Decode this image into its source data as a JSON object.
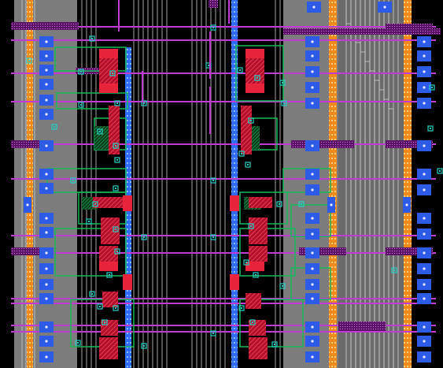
{
  "view": {
    "kind": "ic-layout-viewer",
    "description_name": "layout-canvas"
  },
  "colors": {
    "background": "#000000",
    "substrate": "#7c7c7c",
    "metal1_wire": "#cfcfcf",
    "metal_via": "#1f5fd8",
    "contact_fill": "#2e5be6",
    "contact_dot": "#e9e9ff",
    "poly_red": "#e8233c",
    "poly_hatch": "#ff4a66",
    "metal2_magenta": "#c23ad4",
    "diff_green": "#17b85a",
    "pin_cyan": "#22d3c5",
    "rail_orange": "#f08a1c",
    "rail_dot": "#ffd166",
    "metal3_blue": "#2f6bff"
  },
  "layers": [
    {
      "name": "substrate",
      "color_key": "substrate"
    },
    {
      "name": "metal1",
      "color_key": "metal1_wire"
    },
    {
      "name": "metal2",
      "color_key": "metal2_magenta"
    },
    {
      "name": "poly",
      "color_key": "poly_red"
    },
    {
      "name": "diffusion",
      "color_key": "diff_green"
    },
    {
      "name": "contact",
      "color_key": "contact_fill"
    },
    {
      "name": "power-rail",
      "color_key": "rail_orange"
    },
    {
      "name": "pin",
      "color_key": "pin_cyan"
    }
  ]
}
